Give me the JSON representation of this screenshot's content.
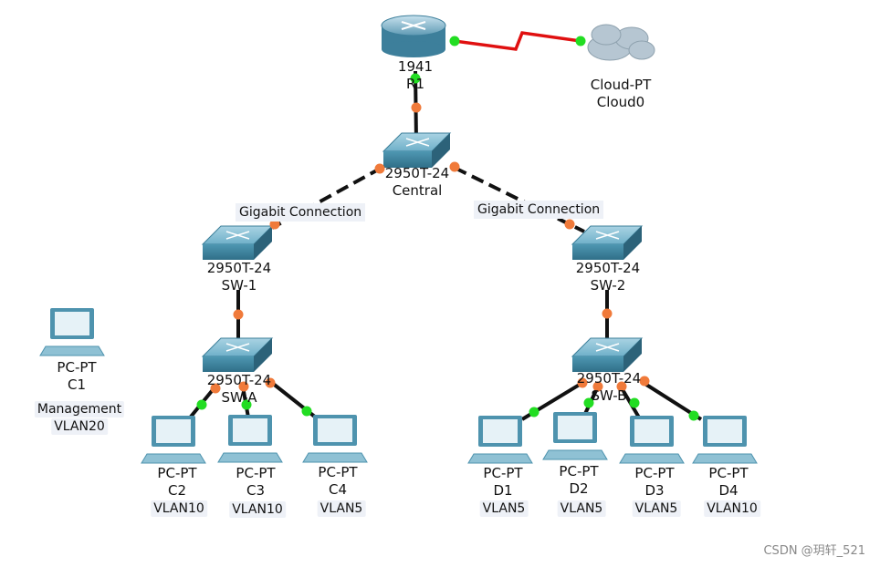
{
  "router": {
    "model": "1941",
    "name": "R1"
  },
  "cloud": {
    "model": "Cloud-PT",
    "name": "Cloud0"
  },
  "central": {
    "model": "2950T-24",
    "name": "Central"
  },
  "sw1": {
    "model": "2950T-24",
    "name": "SW-1"
  },
  "sw2": {
    "model": "2950T-24",
    "name": "SW-2"
  },
  "swa": {
    "model": "2950T-24",
    "name": "SW-A"
  },
  "swb": {
    "model": "2950T-24",
    "name": "SW-B"
  },
  "links": {
    "left_label": "Gigabit Connection",
    "right_label": "Gigabit Connection"
  },
  "pcs": {
    "c1": {
      "model": "PC-PT",
      "name": "C1",
      "tag1": "Management",
      "tag2": "VLAN20"
    },
    "c2": {
      "model": "PC-PT",
      "name": "C2",
      "vlan": "VLAN10"
    },
    "c3": {
      "model": "PC-PT",
      "name": "C3",
      "vlan": "VLAN10"
    },
    "c4": {
      "model": "PC-PT",
      "name": "C4",
      "vlan": "VLAN5"
    },
    "d1": {
      "model": "PC-PT",
      "name": "D1",
      "vlan": "VLAN5"
    },
    "d2": {
      "model": "PC-PT",
      "name": "D2",
      "vlan": "VLAN5"
    },
    "d3": {
      "model": "PC-PT",
      "name": "D3",
      "vlan": "VLAN5"
    },
    "d4": {
      "model": "PC-PT",
      "name": "D4",
      "vlan": "VLAN10"
    }
  },
  "colors": {
    "link": "#111111",
    "wan_link": "#e01010",
    "port_up": "#22dd22",
    "port_pending": "#f07a3a",
    "device": "#5aa3bf"
  },
  "watermark": "CSDN @玥轩_521"
}
